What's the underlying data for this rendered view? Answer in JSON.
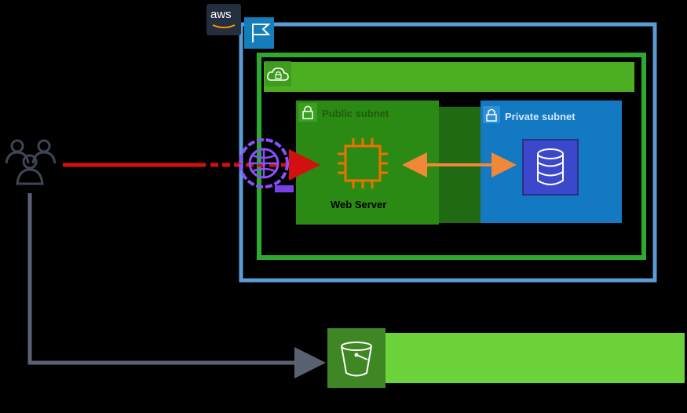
{
  "aws_logo": {
    "text": "aws"
  },
  "region": {
    "icon": "flag-icon"
  },
  "vpc": {
    "icon": "cloud-lock-icon"
  },
  "public_subnet": {
    "label": "Public subnet",
    "icon": "lock-icon"
  },
  "private_subnet": {
    "label": "Private subnet",
    "icon": "lock-icon"
  },
  "web_server": {
    "label": "Web Server",
    "icon": "ec2-chip-icon"
  },
  "database": {
    "icon": "database-icon"
  },
  "internet_gateway": {
    "icon": "internet-gateway-icon"
  },
  "users": {
    "icon": "users-group-icon"
  },
  "storage": {
    "icon": "s3-bucket-icon"
  },
  "colors": {
    "background": "#000000",
    "region_border": "#5b9bd5",
    "vpc_border": "#2ea82e",
    "vpc_band": "#4caf22",
    "public_subnet": "#2a8a14",
    "private_subnet": "#1279c2",
    "ec2_orange": "#ed7100",
    "database_blue": "#3b48cc",
    "red_arrow": "#d40f0f",
    "orange_arrow": "#f08838",
    "gateway_purple": "#8c4fff",
    "s3_green": "#3f8624",
    "s3_band": "#6dd33a",
    "connector_gray": "#5a6272"
  }
}
